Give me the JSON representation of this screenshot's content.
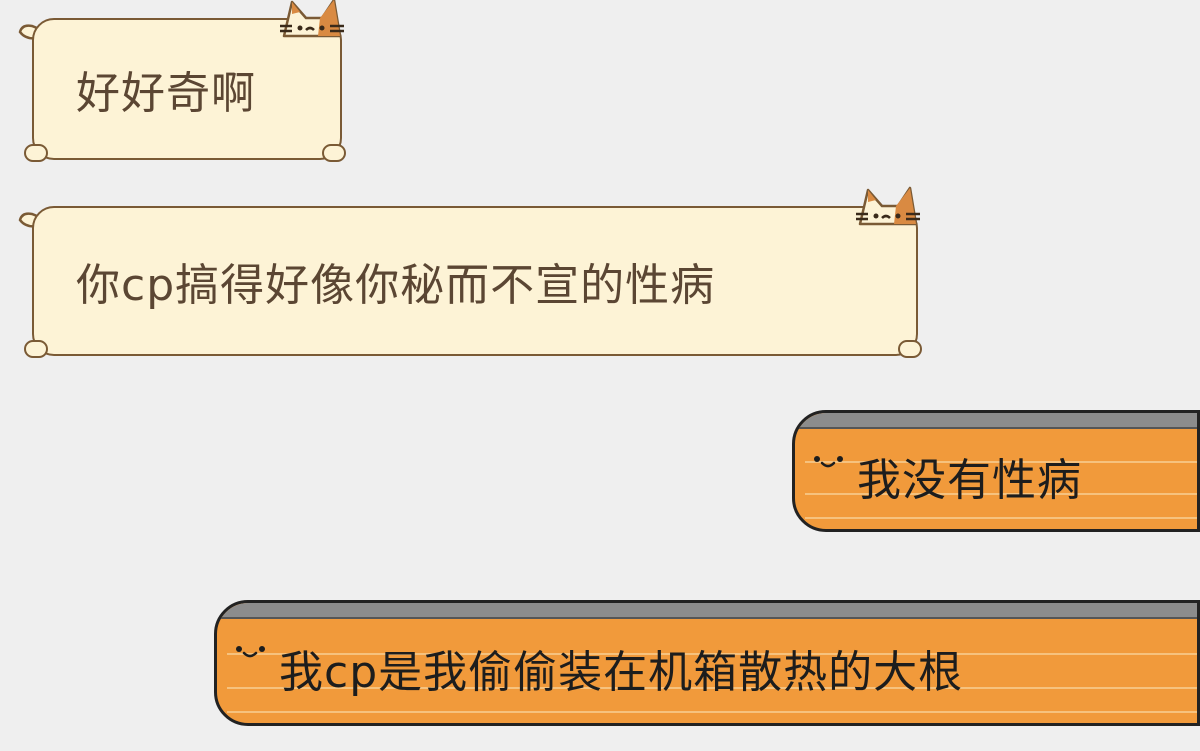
{
  "conversation": {
    "messages": [
      {
        "sender": "other",
        "text": "好好奇啊"
      },
      {
        "sender": "other",
        "text": "你cp搞得好像你秘而不宣的性病"
      },
      {
        "sender": "self",
        "text": "我没有性病"
      },
      {
        "sender": "self",
        "text": "我cp是我偷偷装在机箱散热的大根"
      }
    ]
  },
  "theme": {
    "background": "#efefef",
    "cat_bubble_fill": "#fdf3d6",
    "cat_bubble_border": "#7a5a35",
    "cat_text": "#5b4633",
    "orange_bubble_fill": "#f19a3b",
    "orange_bubble_border": "#222222",
    "orange_text": "#1d1d1d"
  },
  "icons": {
    "received_decoration": "calico-cat-icon",
    "sent_decoration": "smiley-face-icon"
  }
}
